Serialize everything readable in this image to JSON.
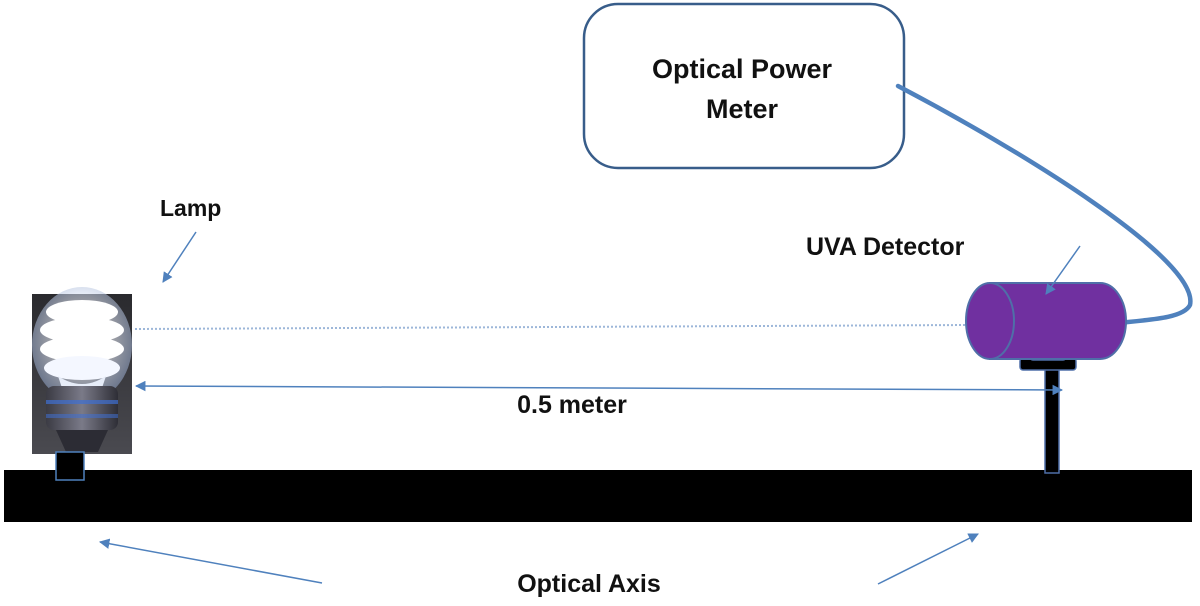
{
  "labels": {
    "meter": [
      "Optical Power",
      "Meter"
    ],
    "lamp": "Lamp",
    "detector": "UVA Detector",
    "distance": "0.5 meter",
    "axis": "Optical Axis"
  },
  "colors": {
    "rail": "#000000",
    "arrow": "#4F81BD",
    "cable": "#4F81BD",
    "box_stroke": "#385D8A",
    "detector_fill": "#7030A0",
    "detector_stroke": "#4F6FA8",
    "beam": "#9DB7D9",
    "text": "#111111"
  },
  "icons": {
    "lamp": "cfl-spiral-bulb-icon",
    "detector": "cylinder-detector-icon",
    "meter": "rounded-box"
  }
}
